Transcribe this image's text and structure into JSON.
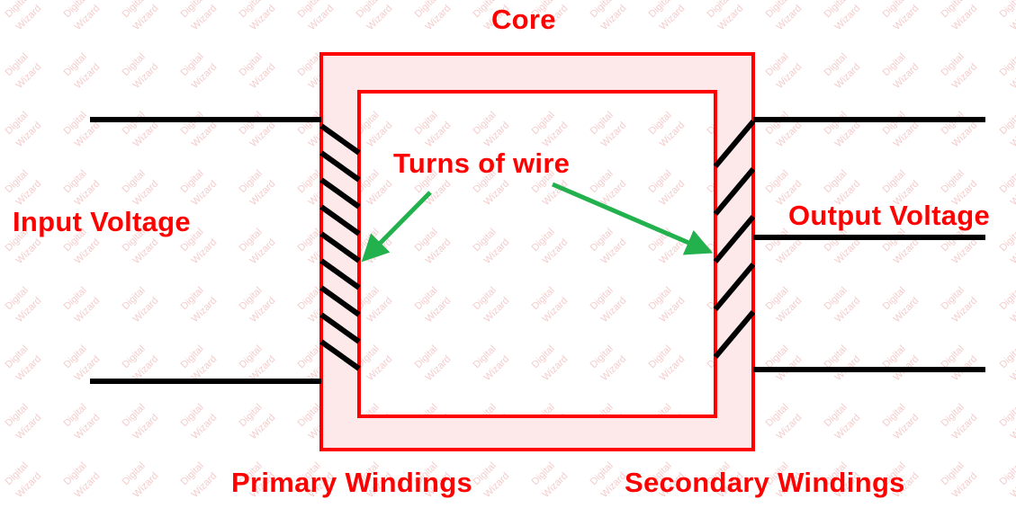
{
  "diagram": {
    "labels": {
      "core": "Core",
      "turns_of_wire": "Turns of wire",
      "input_voltage": "Input Voltage",
      "output_voltage": "Output Voltage",
      "primary_windings": "Primary Windings",
      "secondary_windings": "Secondary Windings"
    },
    "watermark": [
      "Digital",
      "Wizard"
    ],
    "primary_turns": 9,
    "secondary_turns": 5
  },
  "colors": {
    "label_red": "#ff0000",
    "core_outline": "#ff0000",
    "core_fill": "#fde8ea",
    "wire": "#000000",
    "arrow_green": "#22b14c",
    "watermark": "#f4cccc"
  }
}
